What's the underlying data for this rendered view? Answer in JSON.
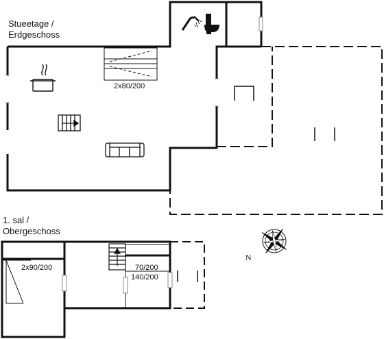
{
  "floors": [
    {
      "title_line1": "Stueetage /",
      "title_line2": "Erdgeschoss"
    },
    {
      "title_line1": "1. sal /",
      "title_line2": "Obergeschoss"
    }
  ],
  "ground_floor": {
    "bed_label": "2x80/200"
  },
  "upper_floor": {
    "bed_left_label": "2x90/200",
    "bed_right_line1": "70/200",
    "bed_right_line2": "140/200"
  },
  "compass": {
    "label": "N"
  },
  "icons": [
    "shower-icon",
    "toilet-icon",
    "cooking-pot-icon",
    "staircase-icon",
    "sofa-icon",
    "table-icon",
    "compass-rose-icon",
    "bed-icon"
  ]
}
